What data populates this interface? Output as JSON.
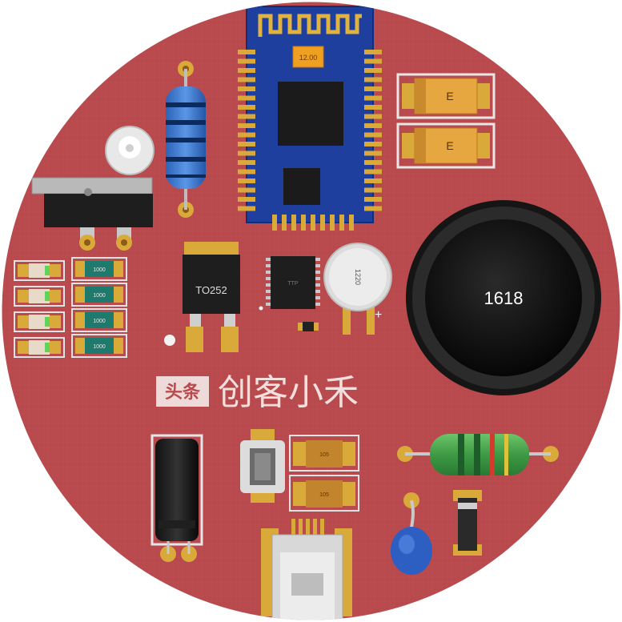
{
  "labels": {
    "speaker": "1618",
    "regulator": "TO252",
    "cap_top": "E",
    "cap_bottom": "E",
    "smd_res": [
      "1000",
      "1000",
      "1000",
      "1000"
    ],
    "crystal": "1220",
    "ic_small": "TTP",
    "rf_chip": "12.00",
    "cap_small_1": "105",
    "cap_small_2": "105"
  },
  "watermark": {
    "badge": "头条",
    "text": "创客小禾"
  },
  "colors": {
    "board": "#b84a4e",
    "pad": "#d9a93a",
    "module": "#1f3f9e",
    "chip": "#1b1b1b"
  }
}
